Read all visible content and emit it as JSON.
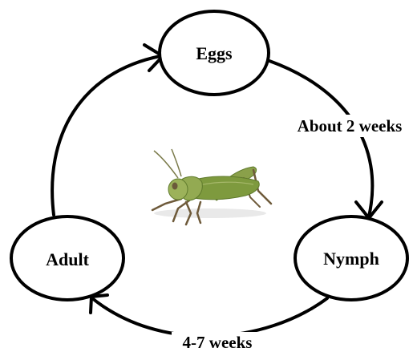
{
  "diagram": {
    "stages": {
      "eggs": "Eggs",
      "nymph": "Nymph",
      "adult": "Adult"
    },
    "durations": {
      "eggs_to_nymph": "About 2 weeks",
      "nymph_to_adult": "4-7 weeks"
    },
    "illustration": "grasshopper"
  }
}
